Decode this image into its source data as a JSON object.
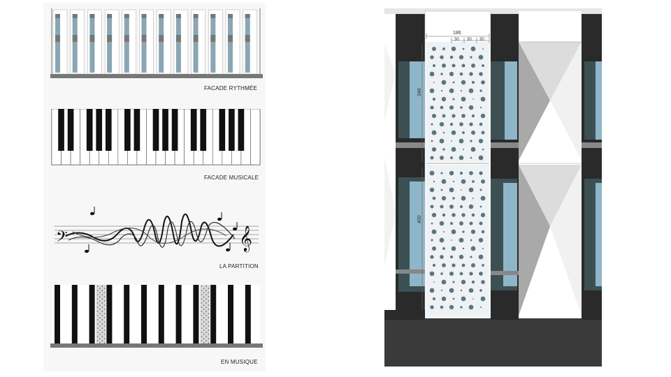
{
  "captions": {
    "facade_rythmee": "FACADE RYTHMÉE",
    "facade_musicale": "FACADE MUSICALE",
    "partition": "LA PARTITION",
    "en_musique": "EN MUSIQUE"
  },
  "dimensions": {
    "total_width": "186",
    "module_a": "30",
    "module_b": "30",
    "module_c": "30",
    "upper_panel_height": "348",
    "lower_panel_height": "450"
  },
  "colors": {
    "glass": "#8fb6c8",
    "dark_frame": "#2c2c2c",
    "panel_bg": "#eef2f4",
    "dot": "#3e5f6e"
  }
}
